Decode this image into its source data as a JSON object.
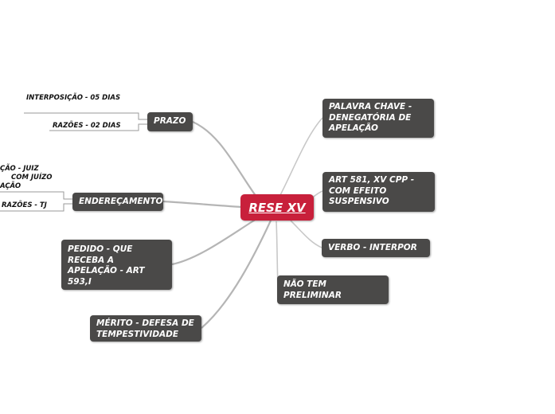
{
  "center": {
    "label": "RESE XV",
    "color": "#c8203b"
  },
  "branches": {
    "prazo": "PRAZO",
    "enderecamento": "ENDEREÇAMENTO",
    "pedido": "PEDIDO - QUE RECEBA A APELAÇÃO - ART 593,I",
    "merito": "MÉRITO - DEFESA DE TEMPESTIVIDADE",
    "palavra_chave": "PALAVRA CHAVE - DENEGATÓRIA DE APELAÇÃO",
    "art581": "ART 581, XV CPP - COM EFEITO SUSPENSIVO",
    "verbo": "VERBO - INTERPOR",
    "preliminar": "NÃO TEM PRELIMINAR"
  },
  "leaves": {
    "prazo_interposicao": "INTERPOSIÇÃO - 05 DIAS",
    "prazo_razoes": "RAZÕES - 02 DIAS",
    "end_interposicao_line1": "ÇÃO - JUIZ",
    "end_interposicao_line2": "COM JUÍZO",
    "end_interposicao_line3": "AÇÃO",
    "end_razoes": "RAZÕES - TJ"
  },
  "colors": {
    "node_bg": "#4a4948",
    "link": "#b0b0b0",
    "leaf_underline": "#9a9a9a"
  }
}
